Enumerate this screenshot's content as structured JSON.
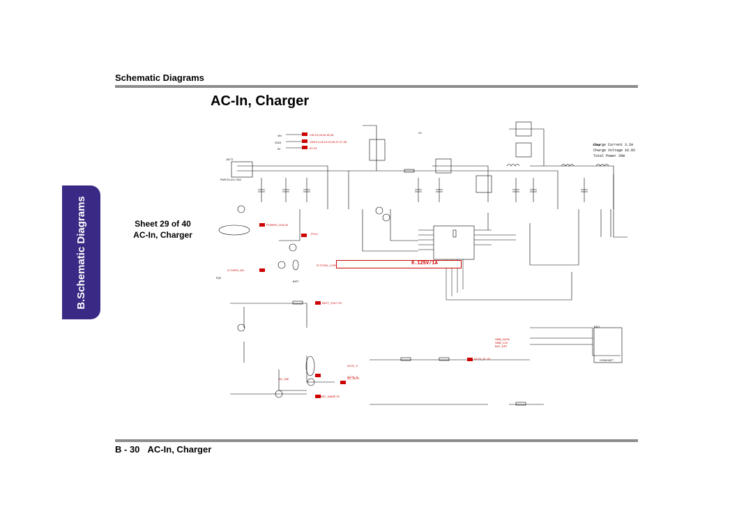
{
  "header": {
    "section_title": "Schematic  Diagrams",
    "main_title": "AC-In, Charger"
  },
  "side_tab": {
    "label": "B.Schematic Diagrams",
    "color": "#3a2a85"
  },
  "sheet": {
    "line1": "Sheet 29 of 40",
    "line2": "AC-In, Charger"
  },
  "footer": {
    "page": "B - 30",
    "title": "AC-In, Charger"
  },
  "notes": {
    "charge_current": "Charge Current 3.2A",
    "charge_voltage": "Charge Voltage 16.8V",
    "total_power": "Total Power 26W"
  },
  "banner": {
    "text": "0.125V/1A"
  },
  "colors": {
    "wire": "#000000",
    "net_label": "#cc0000",
    "rule": "#8c8c8c"
  }
}
